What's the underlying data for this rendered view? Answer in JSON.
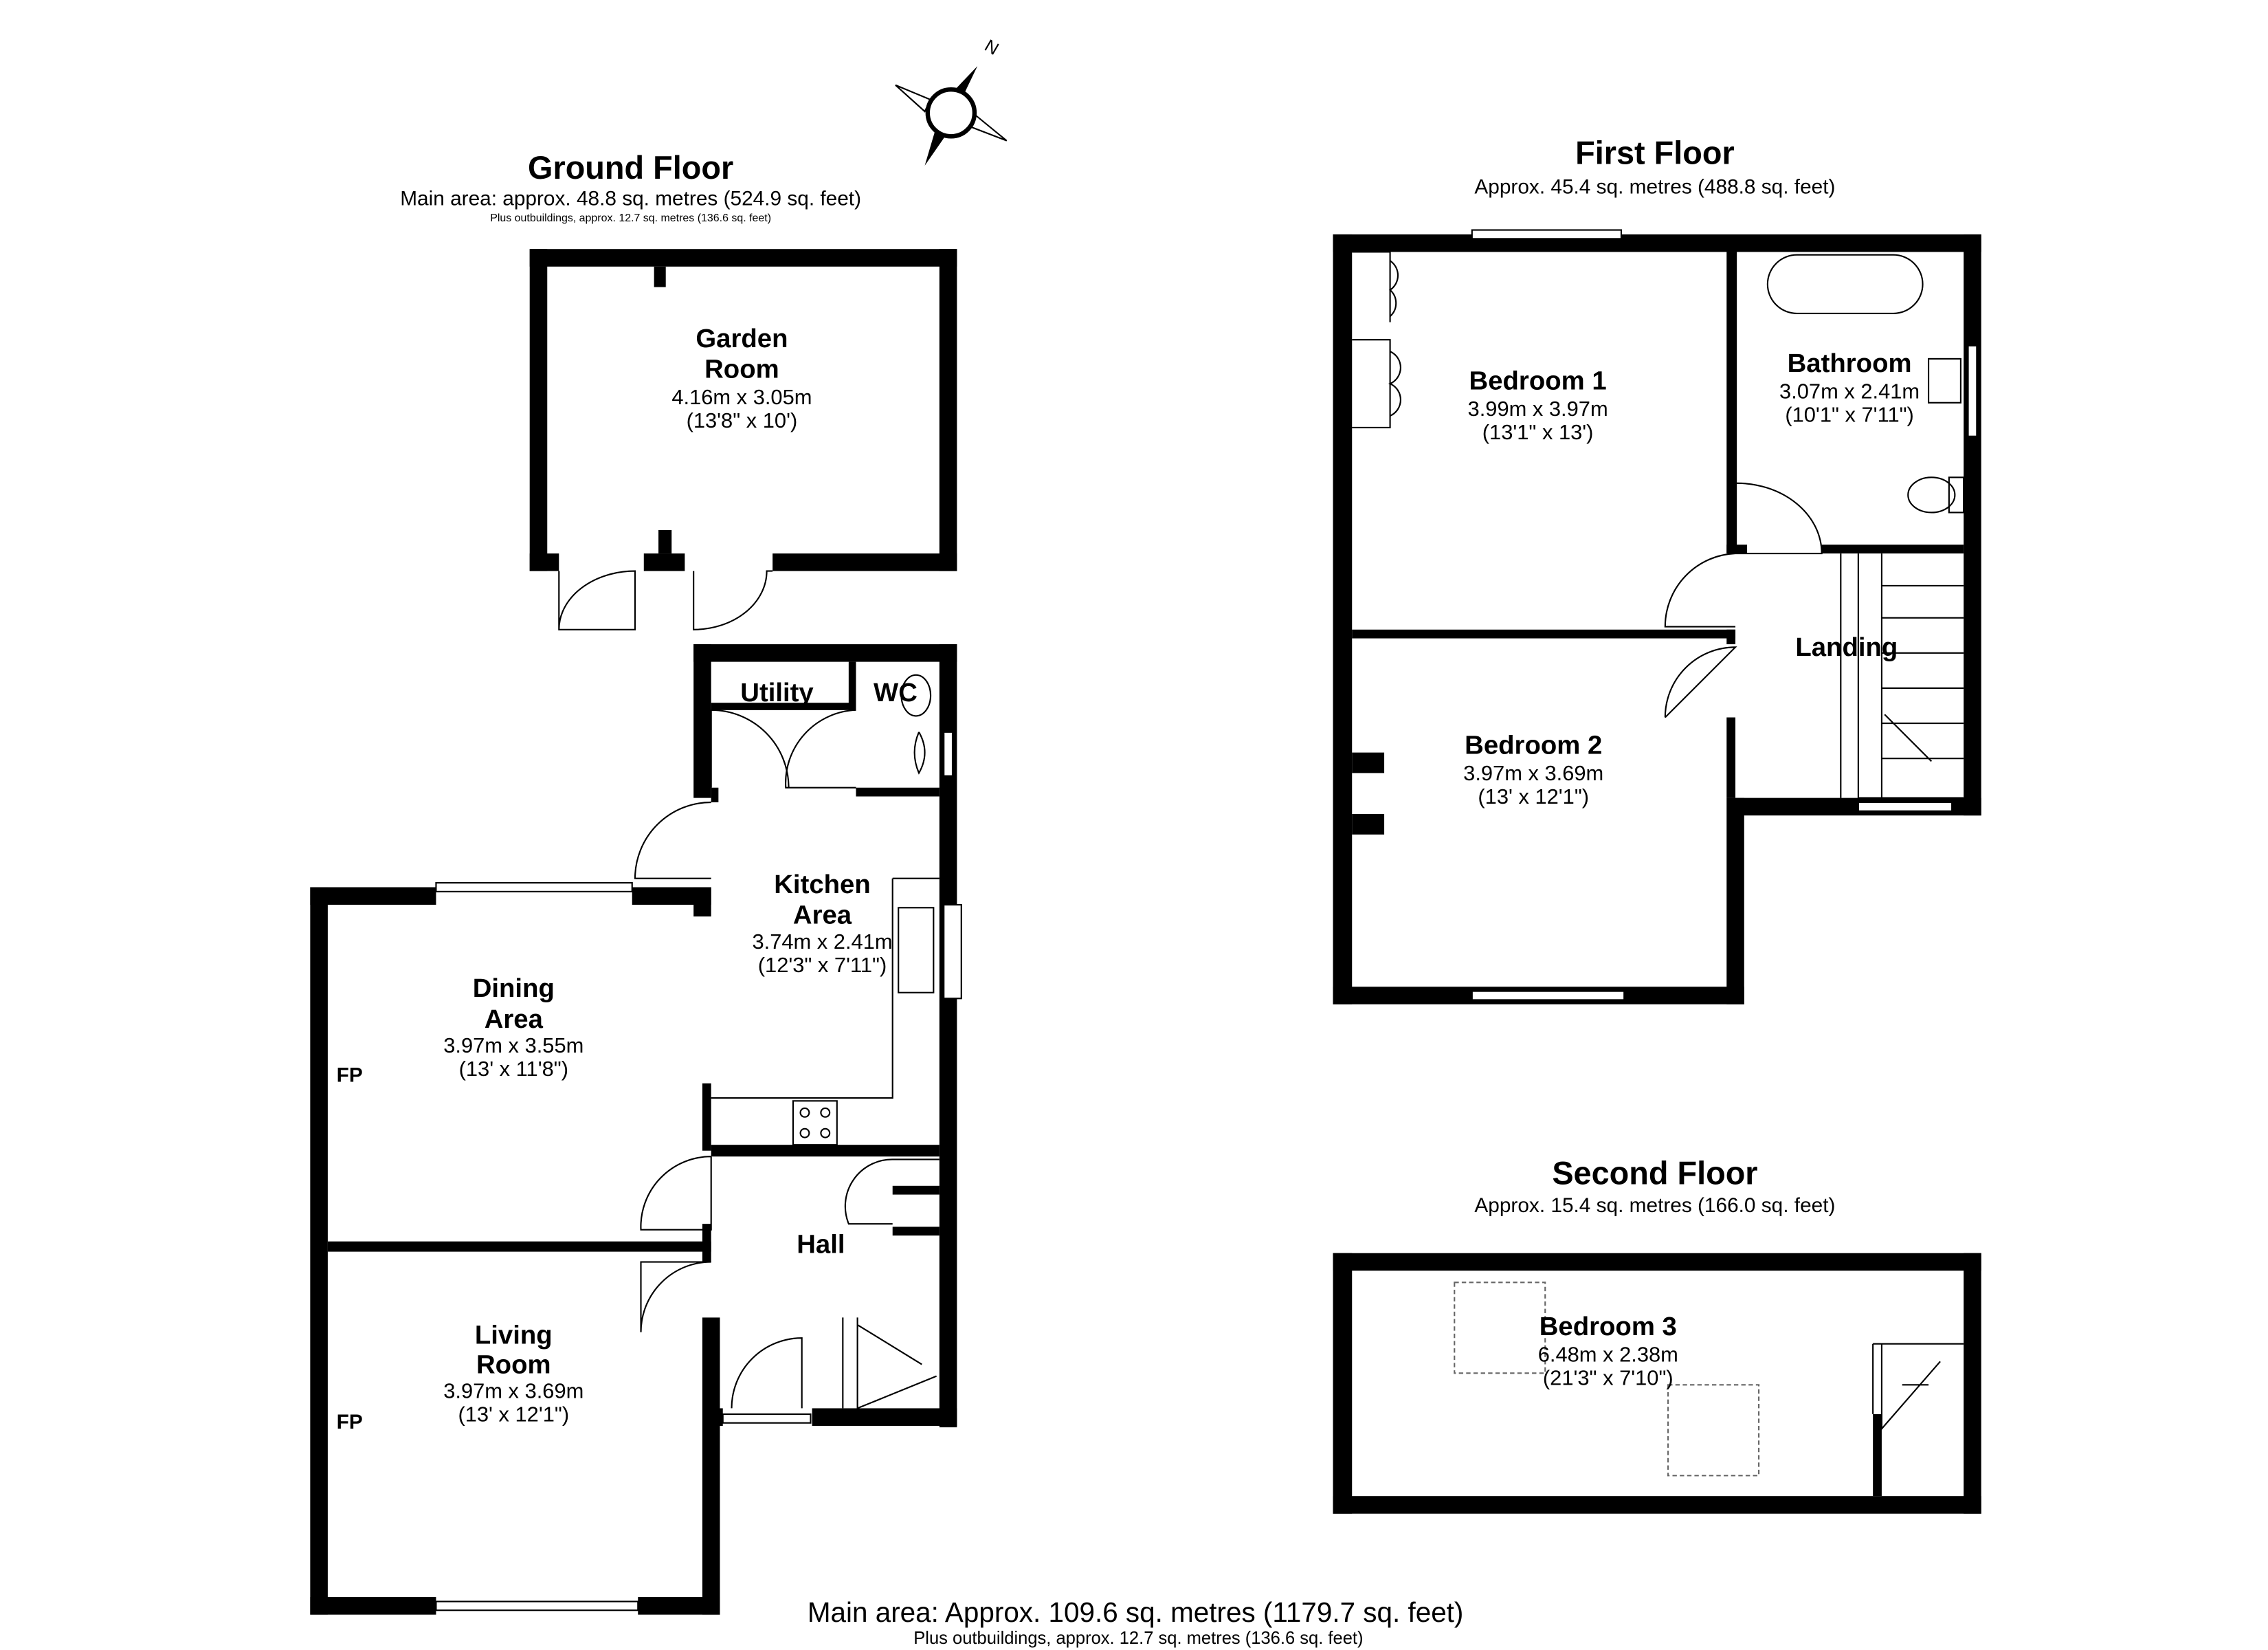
{
  "compass": {
    "label": "N"
  },
  "ground_floor": {
    "title": "Ground Floor",
    "main_area": "Main area: approx. 48.8 sq. metres (524.9 sq. feet)",
    "outbuildings": "Plus outbuildings, approx. 12.7 sq. metres (136.6 sq. feet)",
    "rooms": {
      "garden_room": {
        "name1": "Garden",
        "name2": "Room",
        "metric": "4.16m x 3.05m",
        "imperial": "(13'8\" x 10')"
      },
      "utility": {
        "name": "Utility"
      },
      "wc": {
        "name": "WC"
      },
      "kitchen": {
        "name1": "Kitchen",
        "name2": "Area",
        "metric": "3.74m x 2.41m",
        "imperial": "(12'3\" x 7'11\")"
      },
      "dining": {
        "name1": "Dining",
        "name2": "Area",
        "metric": "3.97m x 3.55m",
        "imperial": "(13' x 11'8\")",
        "fp": "FP"
      },
      "hall": {
        "name": "Hall"
      },
      "living": {
        "name1": "Living",
        "name2": "Room",
        "metric": "3.97m x 3.69m",
        "imperial": "(13' x 12'1\")",
        "fp": "FP"
      }
    }
  },
  "first_floor": {
    "title": "First Floor",
    "area": "Approx. 45.4 sq. metres (488.8 sq. feet)",
    "rooms": {
      "bedroom1": {
        "name": "Bedroom 1",
        "metric": "3.99m x 3.97m",
        "imperial": "(13'1\" x 13')"
      },
      "bathroom": {
        "name": "Bathroom",
        "metric": "3.07m x 2.41m",
        "imperial": "(10'1\" x 7'11\")"
      },
      "landing": {
        "name": "Landing"
      },
      "bedroom2": {
        "name": "Bedroom 2",
        "metric": "3.97m x 3.69m",
        "imperial": "(13' x 12'1\")"
      }
    }
  },
  "second_floor": {
    "title": "Second Floor",
    "area": "Approx. 15.4 sq. metres (166.0 sq. feet)",
    "rooms": {
      "bedroom3": {
        "name": "Bedroom 3",
        "metric": "6.48m x 2.38m",
        "imperial": "(21'3\" x 7'10\")"
      }
    }
  },
  "totals": {
    "main_area": "Main area: Approx. 109.6 sq. metres (1179.7 sq. feet)",
    "outbuildings": "Plus outbuildings, approx. 12.7 sq. metres (136.6 sq. feet)"
  }
}
